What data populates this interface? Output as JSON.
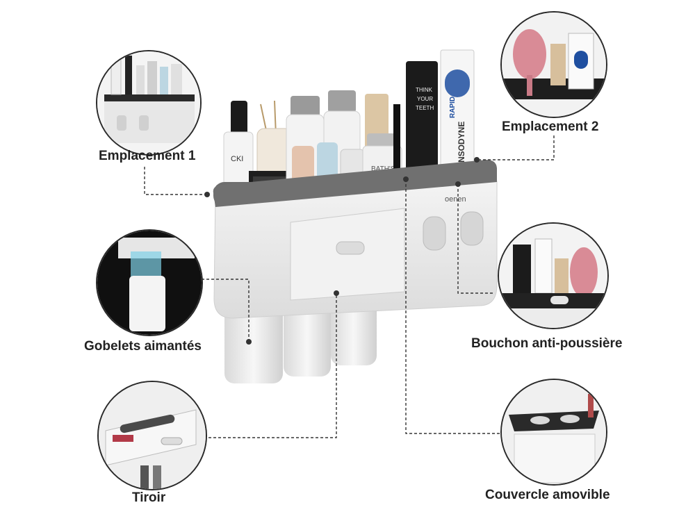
{
  "callouts": {
    "slot1": "Emplacement 1",
    "slot2": "Emplacement 2",
    "cups": "Gobelets aimantés",
    "dust_cap": "Bouchon anti-poussière",
    "drawer": "Tiroir",
    "lid": "Couvercle amovible"
  },
  "product": {
    "brand": "oenen",
    "tube_small": [
      "THINK",
      "YOUR",
      "TEETH"
    ],
    "tube_large_brand": "SENSODYNE",
    "tube_large_sub": "RAPID",
    "bottle_label": "CKI",
    "box_label": "BATH'S"
  },
  "colors": {
    "body": "#ececec",
    "rim": "#6e6e6e",
    "line": "#333333"
  }
}
